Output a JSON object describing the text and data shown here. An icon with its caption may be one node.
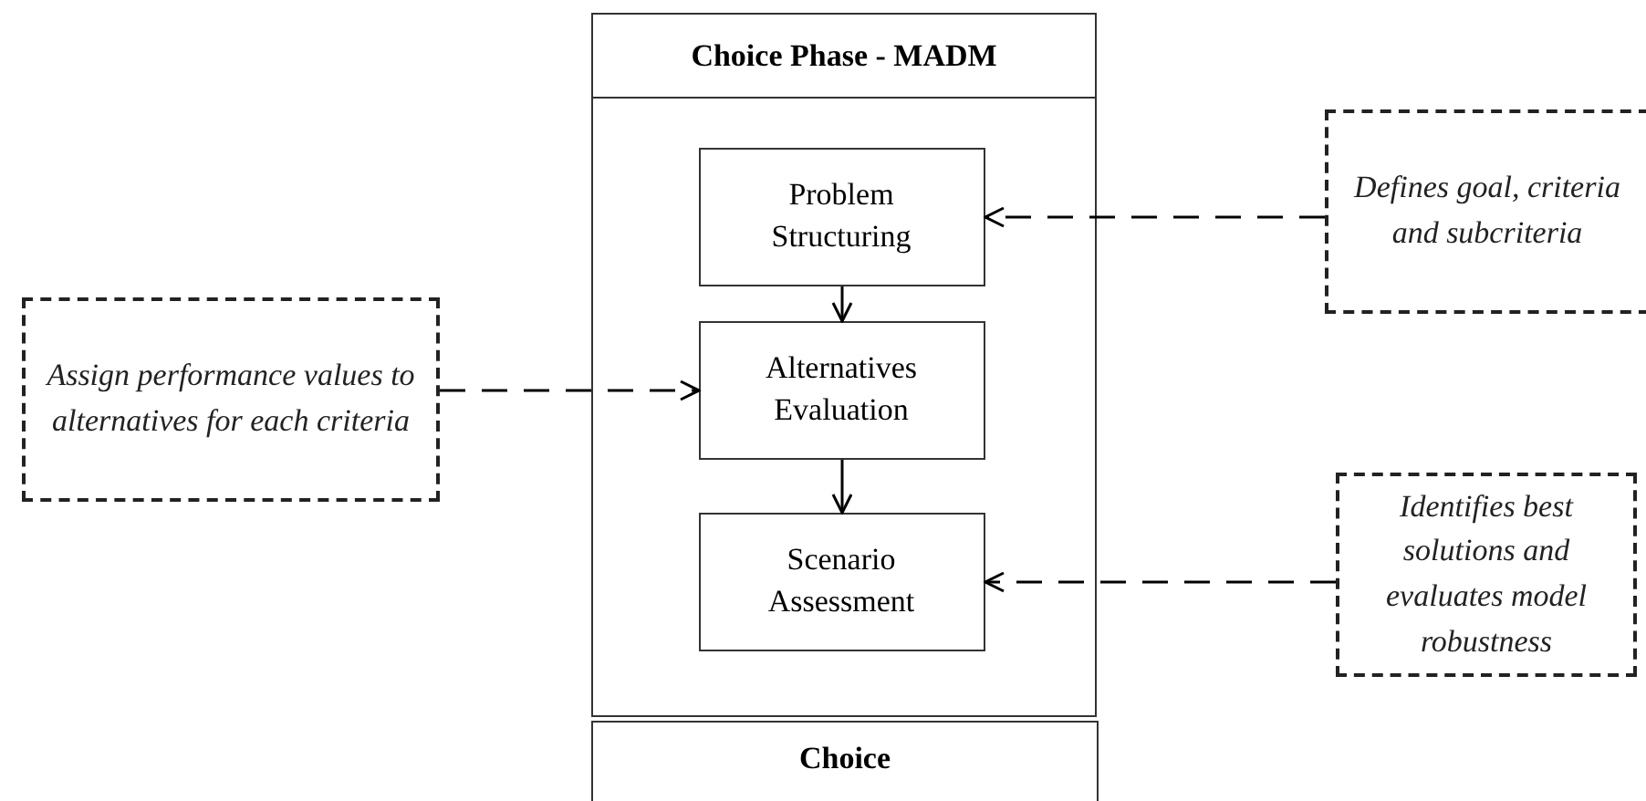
{
  "diagram": {
    "nodes": [
      {
        "text": [
          "Choice Phase - MADM"
        ]
      },
      {
        "text": [
          "Problem Structuring"
        ],
        "in": 0
      },
      {
        "text": [
          "Alternatives Evaluation"
        ],
        "in": 0
      },
      {
        "text": [
          "Scenario Assessment"
        ],
        "in": 0
      },
      {
        "text": [
          "Choice"
        ]
      },
      {
        "text": [
          "Assign performance values to alternatives for each criteria"
        ]
      },
      {
        "text": [
          "Defines goal, criteria and subcriteria"
        ]
      },
      {
        "text": [
          "Identifies best solutions and evaluates model robustness"
        ]
      }
    ],
    "edges": [
      {
        "from": 1,
        "to": 2,
        "arrow": "to"
      },
      {
        "from": 2,
        "to": 3,
        "arrow": "to"
      },
      {
        "from": 5,
        "to": 2,
        "arrow": "to",
        "style": "dashed"
      },
      {
        "from": 6,
        "to": 1,
        "arrow": "to",
        "style": "dashed"
      },
      {
        "from": 7,
        "to": 3,
        "arrow": "to",
        "style": "dashed"
      }
    ]
  }
}
